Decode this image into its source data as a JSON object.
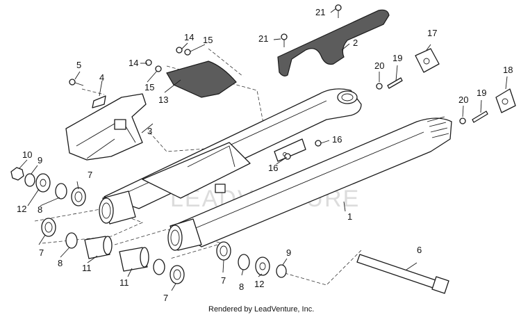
{
  "diagram": {
    "watermark": "LEADVENTURE",
    "credit": "Rendered by LeadVenture, Inc.",
    "callouts": [
      "1",
      "2",
      "3",
      "4",
      "5",
      "6",
      "7",
      "8",
      "9",
      "10",
      "11",
      "12",
      "13",
      "14",
      "15",
      "16",
      "17",
      "18",
      "19",
      "20",
      "21"
    ]
  }
}
